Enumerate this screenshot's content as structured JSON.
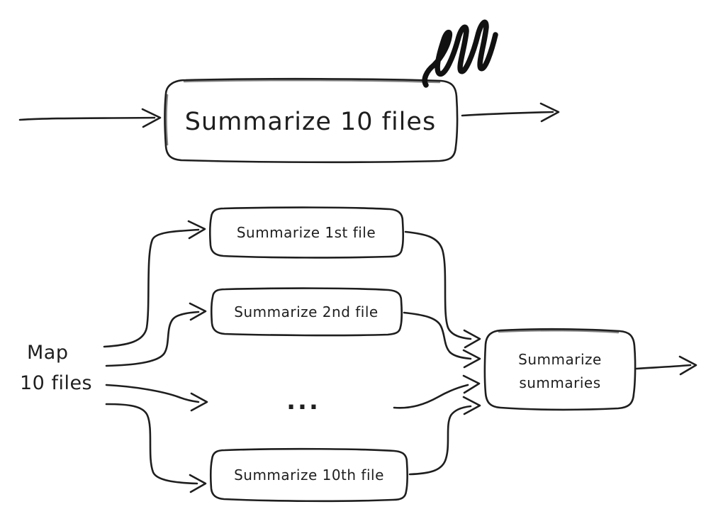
{
  "diagram": {
    "top_flow": {
      "node_label": "Summarize 10 files"
    },
    "map_flow": {
      "source_label_line1": "Map",
      "source_label_line2": "10 files",
      "node_first": "Summarize 1st file",
      "node_second": "Summarize 2nd file",
      "ellipsis": "...",
      "node_tenth": "Summarize 10th file",
      "reduce_node_line1": "Summarize",
      "reduce_node_line2": "summaries"
    },
    "colors": {
      "stroke": "#1e1e1e",
      "scribble": "#111111",
      "background": "#ffffff"
    }
  }
}
